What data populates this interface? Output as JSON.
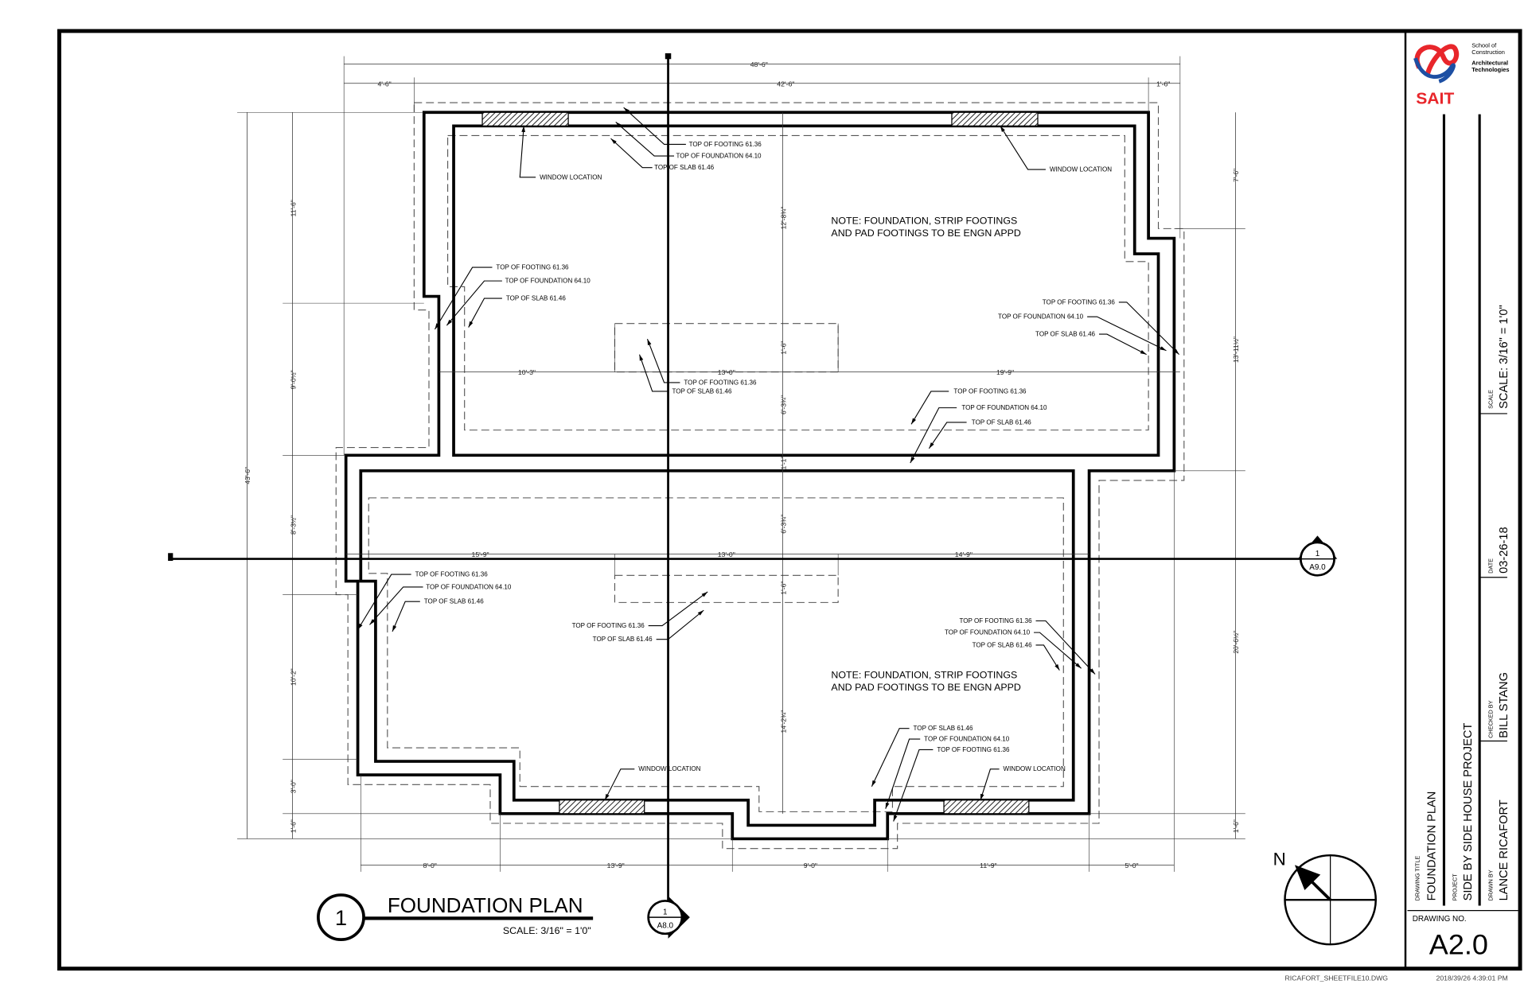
{
  "sheet": {
    "filename": "RICAFORT_SHEETFILE10.DWG",
    "plot_timestamp": "2018/39/26 4:39:01 PM"
  },
  "plan": {
    "title_number": "1",
    "title": "FOUNDATION PLAN",
    "scale": "SCALE: 3/16\" = 1'0\"",
    "north": "N",
    "notes": [
      "NOTE: FOUNDATION, STRIP FOOTINGS",
      "AND PAD FOOTINGS TO BE ENGN APPD"
    ],
    "section_markers": [
      {
        "number": "1",
        "sheet": "A9.0"
      },
      {
        "number": "1",
        "sheet": "A8.0"
      }
    ],
    "labels": {
      "footing": "TOP OF FOOTING 61.36",
      "foundation": "TOP OF FOUNDATION 64.10",
      "slab": "TOP OF SLAB 61.46",
      "window": "WINDOW LOCATION"
    },
    "dimensions": {
      "top": [
        "48'-6\"",
        "4'-6\"",
        "42'-6\"",
        "1'-6\""
      ],
      "left_overall": "43'-6\"",
      "left": [
        "11'-6\"",
        "9'-0½\"",
        "8'-3½\"",
        "10'-2\"",
        "3'-0\"",
        "1'-6\""
      ],
      "right": [
        "7'-6\"",
        "13'-11½\"",
        "20'-6½\"",
        "1'-6\""
      ],
      "bottom": [
        "8'-0\"",
        "13'-9\"",
        "9'-0\"",
        "11'-9\"",
        "5'-0\""
      ],
      "upper_row": [
        "10'-3\"",
        "13'-0\"",
        "19'-9\""
      ],
      "lower_row": [
        "15'-9\"",
        "13'-0\"",
        "14'-9\""
      ],
      "center": [
        "12'-8¾\"",
        "1'-6\"",
        "6'-3¾\"",
        "1'-1\"",
        "6'-3¾\"",
        "1'-6\"",
        "14'-2¾\""
      ]
    }
  },
  "title_block": {
    "logo_text": "SAIT",
    "school_line1": "School of",
    "school_line2": "Construction",
    "school_line3": "Architectural",
    "school_line4": "Technologies",
    "drawing_title_label": "DRAWING TITLE",
    "drawing_title": "FOUNDATION PLAN",
    "project_label": "PROJECT",
    "project": "SIDE BY SIDE HOUSE PROJECT",
    "drawn_by_label": "DRAWN BY",
    "drawn_by": "LANCE RICAFORT",
    "checked_by_label": "CHECKED BY",
    "checked_by": "BILL STANG",
    "date_label": "DATE",
    "date": "03-26-18",
    "scale_label": "SCALE",
    "scale": "SCALE: 3/16\" = 1'0\"",
    "drawing_no_label": "DRAWING NO.",
    "drawing_no": "A2.0",
    "colors": {
      "logo_red": "#e8262b",
      "logo_blue": "#1d4fa3"
    }
  }
}
